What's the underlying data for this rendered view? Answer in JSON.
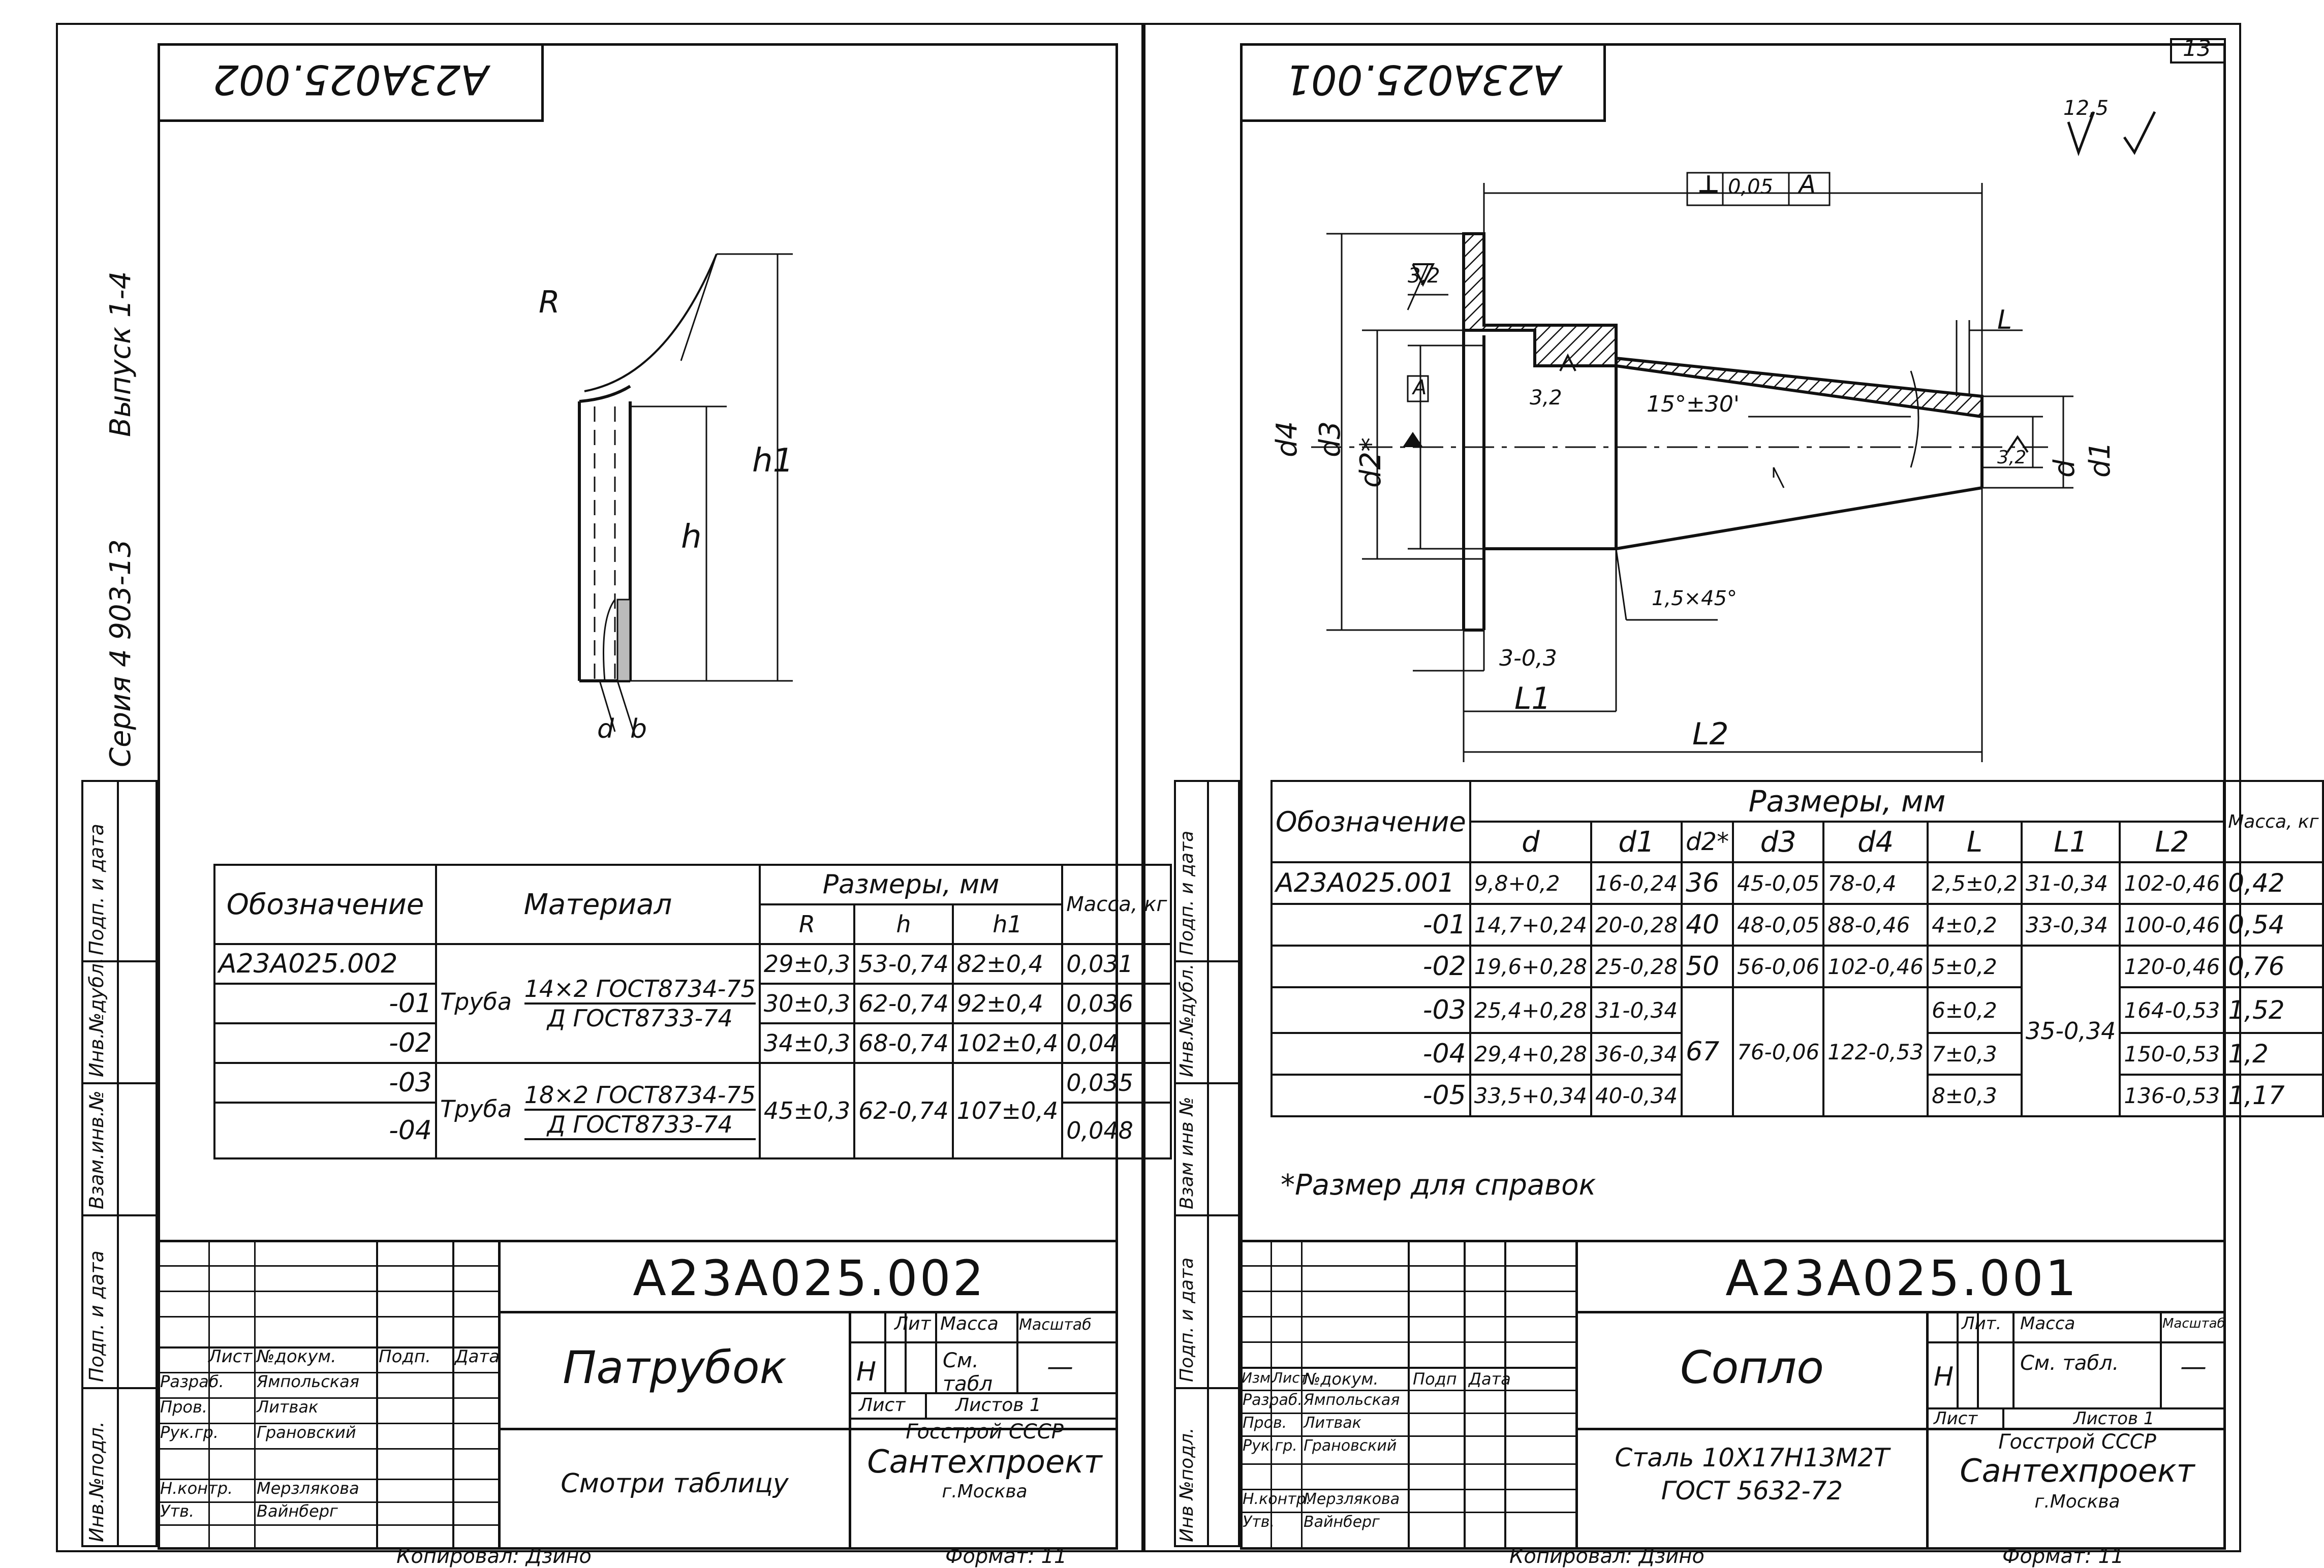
{
  "page_number": "13",
  "margin_labels": {
    "vypusk": "Выпуск 1-4",
    "seriya": "Серия 4 903-13",
    "left_stamp": [
      "Подп. и дата",
      "Инв.№дубл.",
      "Взам.инв.№",
      "Подп. и дата",
      "Инв.№подл."
    ],
    "right_stamp": [
      "Подп. и дата",
      "Инв.№дубл.",
      "Взам инв №",
      "Подп. и дата",
      "Инв №подл."
    ]
  },
  "left_sheet": {
    "corner_code": "А23А025.002",
    "drawing_labels": {
      "R": "R",
      "h": "h",
      "h1": "h1",
      "d": "d",
      "b": "b"
    },
    "table": {
      "h_designation": "Обозначение",
      "h_material": "Материал",
      "h_dims": "Размеры, мм",
      "h_mass": "Масса, кг",
      "sub": [
        "R",
        "h",
        "h1"
      ],
      "rows": [
        {
          "des": "А23А025.002",
          "R": "29±0,3",
          "h": "53-0,74",
          "h1": "82±0,4",
          "m": "0,031"
        },
        {
          "des": "-01",
          "R": "30±0,3",
          "h": "62-0,74",
          "h1": "92±0,4",
          "m": "0,036"
        },
        {
          "des": "-02",
          "R": "34±0,3",
          "h": "68-0,74",
          "h1": "102±0,4",
          "m": "0,04"
        },
        {
          "des": "-03",
          "R": "45±0,3",
          "h": "62-0,74",
          "h1": "107±0,4",
          "m": "0,035"
        },
        {
          "des": "-04",
          "m": "0,048"
        }
      ],
      "mat1": {
        "w": "Труба",
        "top": "14×2 ГОСТ8734-75",
        "bot": "Д ГОСТ8733-74"
      },
      "mat2": {
        "w": "Труба",
        "top": "18×2 ГОСТ8734-75",
        "bot": "Д ГОСТ8733-74"
      }
    },
    "title": {
      "code": "А23А025.002",
      "name": "Патрубок",
      "material": "Смотри таблицу",
      "lit_h": "Лит",
      "mass_h": "Масса",
      "scale_h": "Масштаб",
      "lit": "Н",
      "mass": "См. табл",
      "scale": "—",
      "sheet": "Лист",
      "sheets": "Листов 1",
      "org1": "Госстрой СССР",
      "org2": "Сантехпроект",
      "org3": "г.Москва",
      "roles_head": [
        "Лист",
        "№докум.",
        "Подп.",
        "Дата"
      ],
      "people": [
        {
          "role": "Разраб.",
          "name": "Ямпольская"
        },
        {
          "role": "Пров.",
          "name": "Литвак"
        },
        {
          "role": "Рук.гр.",
          "name": "Грановский"
        },
        {
          "role": "",
          "name": ""
        },
        {
          "role": "Н.контр.",
          "name": "Мерзлякова"
        },
        {
          "role": "Утв.",
          "name": "Вайнберг"
        }
      ],
      "copied": "Копировал: Дзино",
      "format": "Формат: 11"
    }
  },
  "right_sheet": {
    "corner_code": "А23А025.001",
    "roughness": "12,5",
    "drawing_labels": {
      "tol_sym": "⊥",
      "tol_val": "0,05",
      "tol_ref": "А",
      "r32a": "3,2",
      "r32b": "3,2",
      "r32c": "3,2",
      "angle": "15°±30'",
      "chamfer": "1,5×45°",
      "l3": "3-0,3",
      "L": "L",
      "L1": "L1",
      "L2": "L2",
      "d": "d",
      "d1": "d1",
      "d2": "d2*",
      "d3": "d3",
      "d4": "d4",
      "datum": "А"
    },
    "table": {
      "h_designation": "Обозначение",
      "h_dims": "Размеры, мм",
      "h_mass": "Масса, кг",
      "sub": [
        "d",
        "d1",
        "d2*",
        "d3",
        "d4",
        "L",
        "L1",
        "L2"
      ],
      "rows": [
        {
          "des": "А23А025.001",
          "d": "9,8+0,2",
          "d1": "16-0,24",
          "d2": "36",
          "d3": "45-0,05",
          "d4": "78-0,4",
          "L": "2,5±0,2",
          "L1": "31-0,34",
          "L2": "102-0,46",
          "m": "0,42"
        },
        {
          "des": "-01",
          "d": "14,7+0,24",
          "d1": "20-0,28",
          "d2": "40",
          "d3": "48-0,05",
          "d4": "88-0,46",
          "L": "4±0,2",
          "L1": "33-0,34",
          "L2": "100-0,46",
          "m": "0,54"
        },
        {
          "des": "-02",
          "d": "19,6+0,28",
          "d1": "25-0,28",
          "d2": "50",
          "d3": "56-0,06",
          "d4": "102-0,46",
          "L": "5±0,2",
          "L2": "120-0,46",
          "m": "0,76"
        },
        {
          "des": "-03",
          "d": "25,4+0,28",
          "d1": "31-0,34",
          "L": "6±0,2",
          "L2": "164-0,53",
          "m": "1,52"
        },
        {
          "des": "-04",
          "d": "29,4+0,28",
          "d1": "36-0,34",
          "L": "7±0,3",
          "L2": "150-0,53",
          "m": "1,2"
        },
        {
          "des": "-05",
          "d": "33,5+0,34",
          "d1": "40-0,34",
          "L": "8±0,3",
          "L2": "136-0,53",
          "m": "1,17"
        }
      ],
      "merged": {
        "d2": "67",
        "d3": "76-0,06",
        "d4": "122-0,53",
        "L1": "35-0,34"
      }
    },
    "note": "*Размер для справок",
    "title": {
      "code": "А23А025.001",
      "name": "Сопло",
      "material1": "Сталь 10Х17Н13М2Т",
      "material2": "ГОСТ 5632-72",
      "lit_h": "Лит.",
      "mass_h": "Масса",
      "scale_h": "Масштаб",
      "lit": "Н",
      "mass": "См. табл.",
      "scale": "—",
      "sheet": "Лист",
      "sheets": "Листов 1",
      "org1": "Госстрой СССР",
      "org2": "Сантехпроект",
      "org3": "г.Москва",
      "roles_head": [
        "Изм.",
        "Лист",
        "№докум.",
        "Подп",
        "Дата"
      ],
      "people": [
        {
          "role": "Разраб.",
          "name": "Ямпольская"
        },
        {
          "role": "Пров.",
          "name": "Литвак"
        },
        {
          "role": "Рук.гр.",
          "name": "Грановский"
        },
        {
          "role": "",
          "name": ""
        },
        {
          "role": "Н.контр.",
          "name": "Мерзлякова"
        },
        {
          "role": "Утв.",
          "name": "Вайнберг"
        }
      ],
      "copied": "Копировал: Дзино",
      "format": "Формат: 11"
    }
  }
}
